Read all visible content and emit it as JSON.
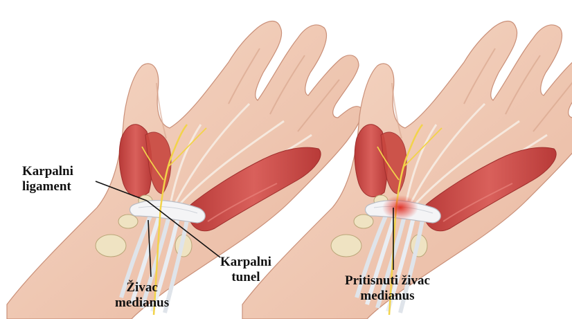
{
  "colors": {
    "skin": "#f1cdb8",
    "skin_shadow": "#d9a78f",
    "muscle": "#cf4a47",
    "muscle_dark": "#a8302f",
    "tendon": "#e9edf2",
    "bone": "#efe3c2",
    "nerve": "#f2d34a",
    "compressed": "#d4231b",
    "label_text": "#111111",
    "leader_line": "#111111"
  },
  "left_panel": {
    "label_ligament": [
      "Karpalni",
      "ligament"
    ],
    "label_tunnel": [
      "Karpalni",
      "tunel"
    ],
    "label_nerve": [
      "Živac",
      "medianus"
    ]
  },
  "right_panel": {
    "label_compressed_nerve": [
      "Pritisnuti živac",
      "medianus"
    ]
  }
}
